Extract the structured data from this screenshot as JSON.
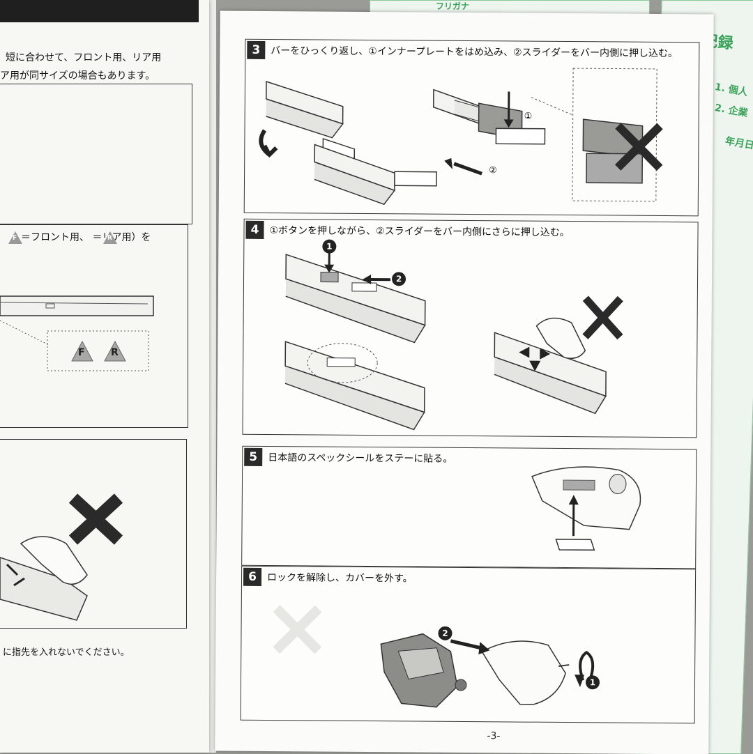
{
  "left_page": {
    "line1": "短に合わせて、フロント用、リア用",
    "line2": "ア用が同サイズの場合もあります。",
    "legend": "＝フロント用、 ＝リア用）を",
    "legend_f": "F",
    "legend_r": "R",
    "marker_f": "F",
    "marker_r": "R",
    "caution": "に指先を入れないでください。"
  },
  "steps": [
    {
      "num": "3",
      "text": "バーをひっくり返し、①インナープレートをはめ込み、②スライダーをバー内側に押し込む。",
      "label1": "①",
      "label2": "②"
    },
    {
      "num": "4",
      "text": "①ボタンを押しながら、②スライダーをバー内側にさらに押し込む。",
      "label1": "1",
      "label2": "2"
    },
    {
      "num": "5",
      "text": "日本語のスペックシールをステーに貼る。"
    },
    {
      "num": "6",
      "text": "ロックを解除し、カバーを外す。",
      "label1": "1",
      "label2": "2"
    }
  ],
  "page_number": "-3-",
  "background_forms": {
    "title": "分解整備記録",
    "furigana": "フリガナ",
    "item1": "1. 個人",
    "item2": "2. 企業",
    "date": "年月日"
  },
  "colors": {
    "ink": "#222222",
    "panel_border": "#333333",
    "green": "#3aa35a"
  }
}
